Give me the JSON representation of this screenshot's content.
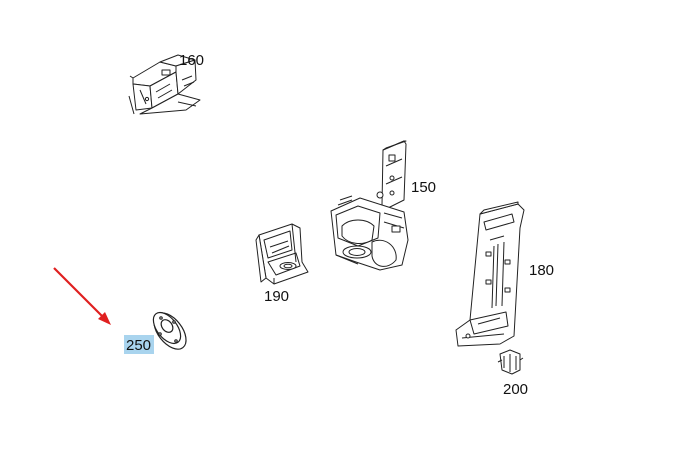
{
  "colors": {
    "line": "#222222",
    "highlight": "#a9d4ee",
    "arrow": "#e02020",
    "background": "#ffffff"
  },
  "parts": [
    {
      "id": "160",
      "label": "160"
    },
    {
      "id": "150",
      "label": "150"
    },
    {
      "id": "190",
      "label": "190"
    },
    {
      "id": "180",
      "label": "180"
    },
    {
      "id": "250",
      "label": "250",
      "highlighted": true
    },
    {
      "id": "200",
      "label": "200"
    }
  ]
}
